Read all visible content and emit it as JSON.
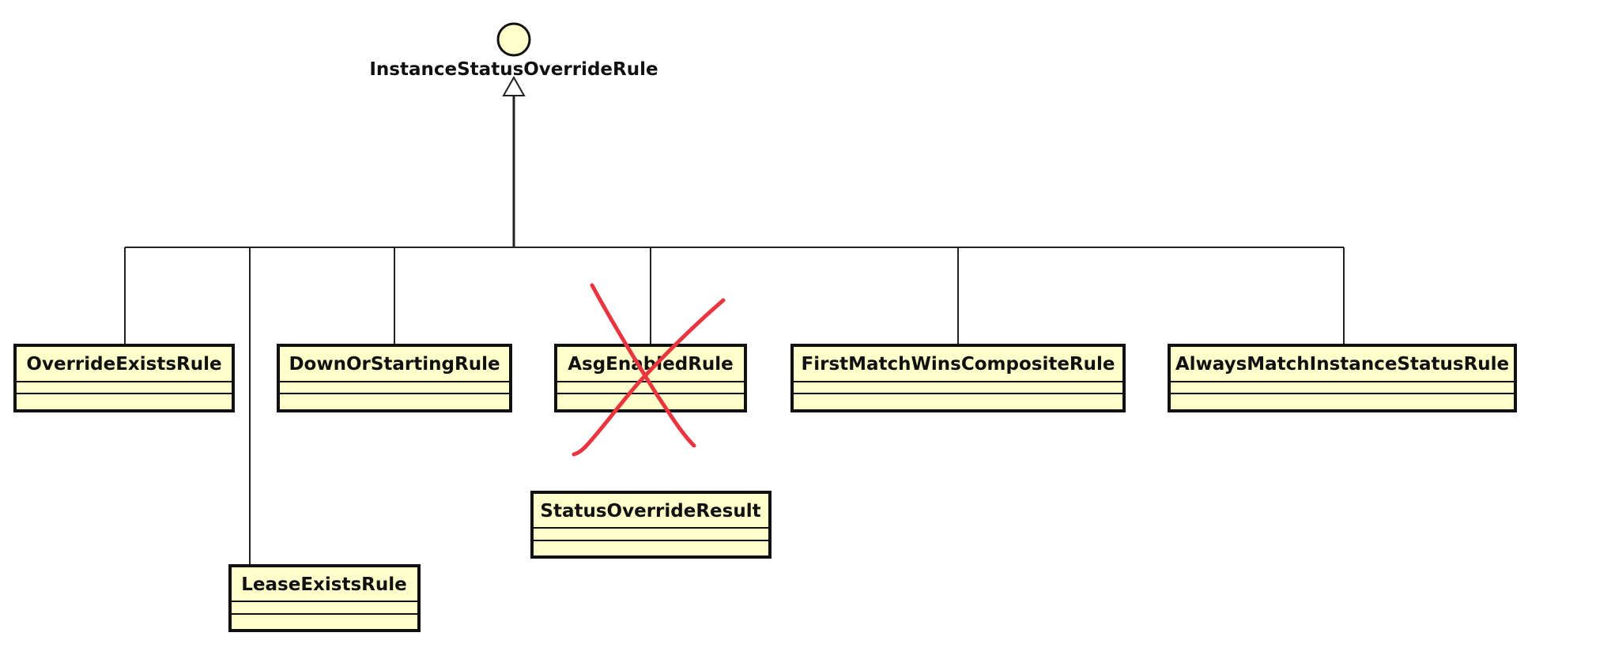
{
  "interface": {
    "name": "InstanceStatusOverrideRule"
  },
  "classes": [
    {
      "id": "override-exists-rule",
      "name": "OverrideExistsRule",
      "implements_interface": true
    },
    {
      "id": "lease-exists-rule",
      "name": "LeaseExistsRule",
      "implements_interface": true
    },
    {
      "id": "down-or-starting-rule",
      "name": "DownOrStartingRule",
      "implements_interface": true
    },
    {
      "id": "asg-enabled-rule",
      "name": "AsgEnabledRule",
      "implements_interface": true,
      "crossed_out": true
    },
    {
      "id": "first-match-wins-composite-rule",
      "name": "FirstMatchWinsCompositeRule",
      "implements_interface": true
    },
    {
      "id": "always-match-instance-status-rule",
      "name": "AlwaysMatchInstanceStatusRule",
      "implements_interface": true
    },
    {
      "id": "status-override-result",
      "name": "StatusOverrideResult",
      "implements_interface": false
    }
  ],
  "colors": {
    "class_fill": "#ffffcc",
    "class_border": "#111111",
    "interface_fill": "#ffffcc",
    "connector": "#222222",
    "cross_out_mark": "#e8353f"
  }
}
